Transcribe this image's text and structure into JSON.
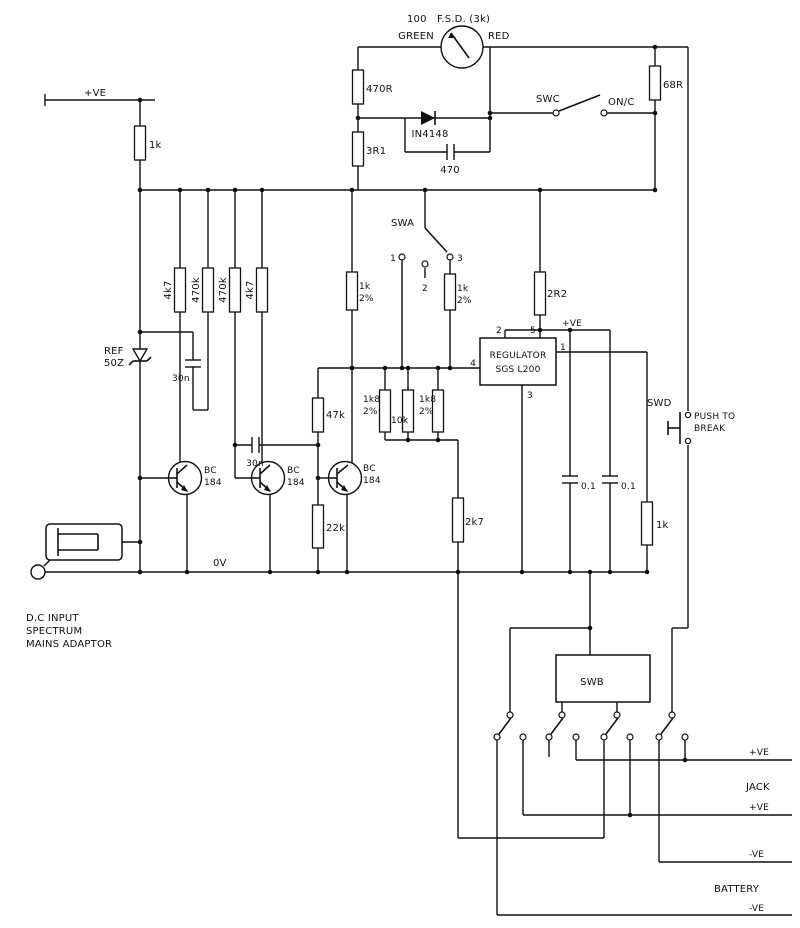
{
  "colors": {
    "ink": "#111111",
    "background": "#ffffff"
  },
  "meter": {
    "value": "100",
    "fsd": "F.S.D. (3k)",
    "green": "GREEN",
    "red": "RED"
  },
  "power": {
    "vplus": "+VE",
    "zero": "0V"
  },
  "resistors": {
    "r470R": "470R",
    "r3R1": "3R1",
    "r68R": "68R",
    "r1k_left": "1k",
    "r4k7_a": "4k7",
    "r470k_a": "470k",
    "r470k_b": "470k",
    "r4k7_b": "4k7",
    "r1k_sense_a": "1k",
    "r1k_sense_a_tol": "2%",
    "r1k_sense_b": "1k",
    "r1k_sense_b_tol": "2%",
    "r2R2": "2R2",
    "r47k": "47k",
    "r1k8_a": "1k8",
    "r1k8_a_tol": "2%",
    "r10k": "10k",
    "r1k8_b": "1k8",
    "r1k8_b_tol": "2%",
    "r22k": "22k",
    "r2k7": "2k7",
    "r1k_right": "1k"
  },
  "capacitors": {
    "c470": "470",
    "c30n_a": "30n",
    "c30n_b": "30n",
    "c01_a": "0.1",
    "c01_b": "0.1"
  },
  "semiconductors": {
    "d1": "IN4148",
    "zener_l1": "REF",
    "zener_l2": "50Z",
    "q1_l1": "BC",
    "q1_l2": "184",
    "q2_l1": "BC",
    "q2_l2": "184",
    "q3_l1": "BC",
    "q3_l2": "184"
  },
  "regulator": {
    "name_l1": "REGULATOR",
    "name_l2": "SGS L200",
    "pin1": "1",
    "pin2": "2",
    "pin3": "3",
    "pin4": "4",
    "pin5": "5",
    "out_label": "+VE"
  },
  "switches": {
    "swa": "SWA",
    "swa_pos1": "1",
    "swa_pos2": "2",
    "swa_pos3": "3",
    "swb": "SWB",
    "swc": "SWC",
    "swc_pos": "ON/C",
    "swd": "SWD",
    "swd_l1": "PUSH TO",
    "swd_l2": "BREAK"
  },
  "connector": {
    "l1": "D.C INPUT",
    "l2": "SPECTRUM",
    "l3": "MAINS ADAPTOR"
  },
  "outputs": {
    "o1": "+VE",
    "jack": "JACK",
    "o2": "+VE",
    "o3": "-VE",
    "battery": "BATTERY",
    "o4": "-VE"
  }
}
